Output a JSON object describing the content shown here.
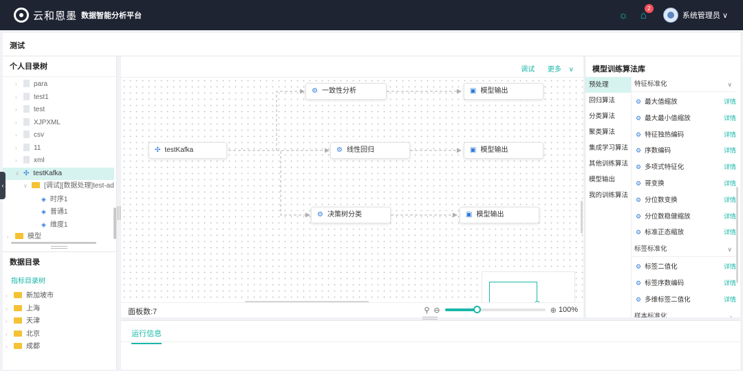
{
  "header": {
    "brand_name": "云和恩墨",
    "brand_subtitle": "数据智能分析平台",
    "notification_count": "2",
    "user_name": "系统管理员"
  },
  "breadcrumb": {
    "title": "测试"
  },
  "personal_tree": {
    "title": "个人目录树",
    "items": [
      {
        "label": "para",
        "type": "file"
      },
      {
        "label": "test1",
        "type": "file"
      },
      {
        "label": "test",
        "type": "file"
      },
      {
        "label": "XJPXML",
        "type": "file"
      },
      {
        "label": "csv",
        "type": "file"
      },
      {
        "label": "11",
        "type": "file"
      },
      {
        "label": "xml",
        "type": "file"
      },
      {
        "label": "testKafka",
        "type": "kafka",
        "selected": true
      },
      {
        "label": "[调试][数据处理]test-ad",
        "type": "folder"
      },
      {
        "label": "时序1",
        "type": "layer"
      },
      {
        "label": "普通1",
        "type": "layer"
      },
      {
        "label": "维度1",
        "type": "layer"
      },
      {
        "label": "模型",
        "type": "folder"
      }
    ]
  },
  "data_catalog": {
    "title": "数据目录",
    "link": "指标目录树",
    "items": [
      "新加坡市",
      "上海",
      "天津",
      "北京",
      "成都"
    ]
  },
  "canvas": {
    "toolbar": {
      "debug": "调试",
      "more": "更多"
    },
    "nodes": [
      {
        "id": "kafka",
        "label": "testKafka",
        "icon": "kafka-icon"
      },
      {
        "id": "consistency",
        "label": "一致性分析",
        "icon": "gear-icon"
      },
      {
        "id": "linear",
        "label": "线性回归",
        "icon": "gear-icon"
      },
      {
        "id": "tree",
        "label": "决策树分类",
        "icon": "gear-icon"
      },
      {
        "id": "out1",
        "label": "模型输出",
        "icon": "save-icon"
      },
      {
        "id": "out2",
        "label": "模型输出",
        "icon": "save-icon"
      },
      {
        "id": "out3",
        "label": "模型输出",
        "icon": "save-icon"
      }
    ],
    "panel_count_label": "面板数:7",
    "zoom": {
      "label": "100%",
      "level": 0.32
    }
  },
  "algo_library": {
    "title": "模型训练算法库",
    "categories": [
      "预处理",
      "回归算法",
      "分类算法",
      "聚类算法",
      "集成学习算法",
      "其他训练算法",
      "模型输出",
      "我的训练算法"
    ],
    "groups": [
      {
        "name": "特征标准化",
        "items": [
          "最大值缩放",
          "最大最小值缩放",
          "特征独热编码",
          "序数编码",
          "多项式特征化",
          "哥变换",
          "分位数变换",
          "分位数稳健缩放",
          "标准正态缩放"
        ]
      },
      {
        "name": "标签标准化",
        "items": [
          "标签二值化",
          "标签序数编码",
          "多维标签二值化"
        ]
      },
      {
        "name": "样本标准化",
        "items": []
      }
    ],
    "detail_label": "详情"
  },
  "bottom": {
    "tab": "运行信息"
  },
  "colors": {
    "accent": "#19b7a8",
    "topbar": "#1f2433",
    "node_icon": "#2f7bd8"
  }
}
